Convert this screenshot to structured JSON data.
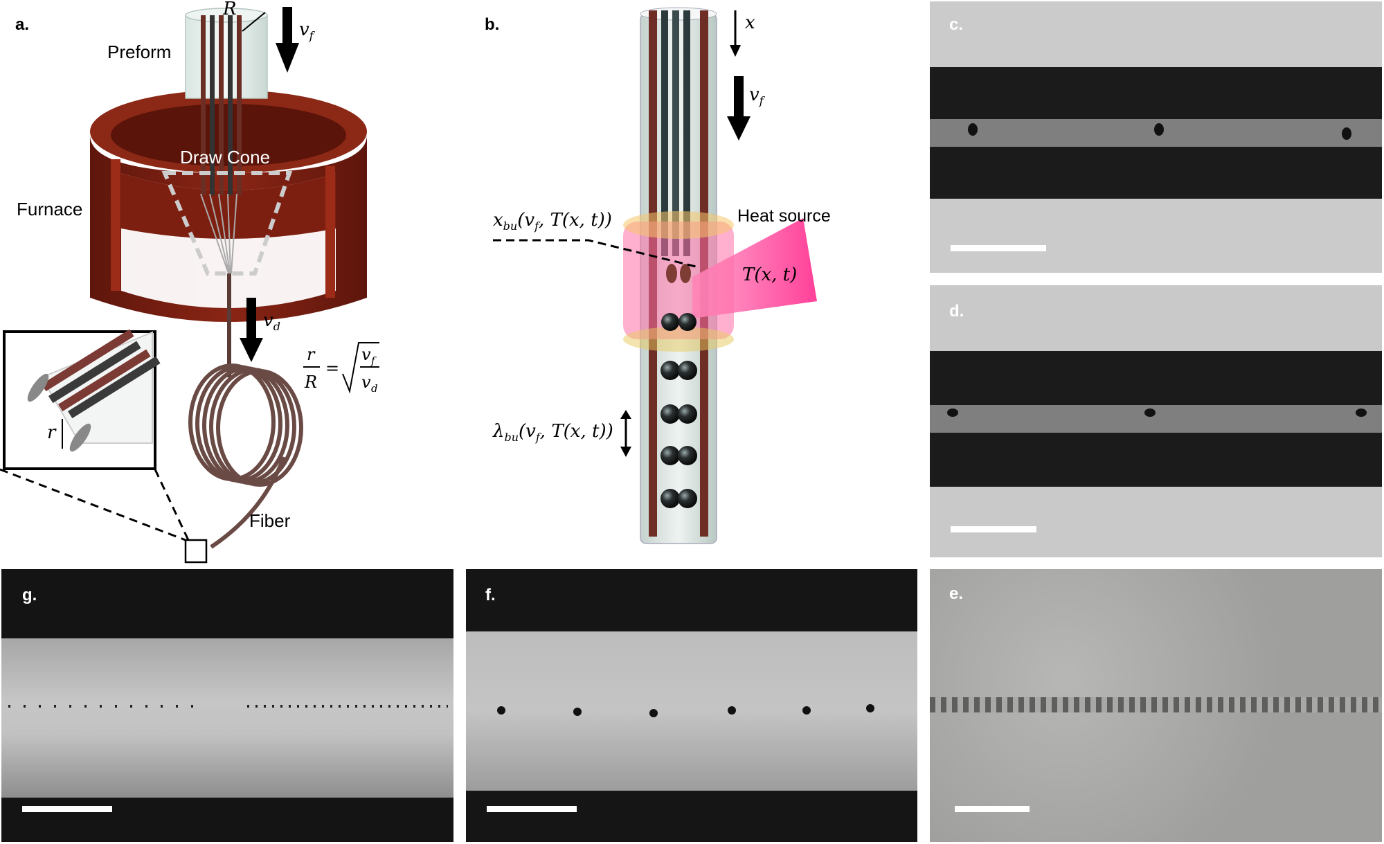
{
  "panels": {
    "a": {
      "label": "a.",
      "preform": "Preform",
      "draw_cone": "Draw Cone",
      "furnace": "Furnace",
      "fiber": "Fiber",
      "R": "R",
      "r": "r",
      "vf": "v",
      "vf_sub": "f",
      "vd": "v",
      "vd_sub": "d"
    },
    "b": {
      "label": "b.",
      "x": "x",
      "vf": "v",
      "vf_sub": "f",
      "heat_source": "Heat source",
      "T": "T(x, t)",
      "x_bu": "x",
      "x_bu_sub": "bu",
      "x_bu_args": "(v",
      "lambda_bu": "λ",
      "lambda_bu_sub": "bu"
    },
    "c": {
      "label": "c."
    },
    "d": {
      "label": "d."
    },
    "e": {
      "label": "e."
    },
    "f": {
      "label": "f."
    },
    "g": {
      "label": "g."
    }
  },
  "colors": {
    "furnace": "#7a1e12",
    "furnace_inner": "#a8341d",
    "heat_source": "#ff3d9a",
    "micrograph_bg": "#c8c8c8",
    "fiber_dark": "#1a1a1a"
  }
}
